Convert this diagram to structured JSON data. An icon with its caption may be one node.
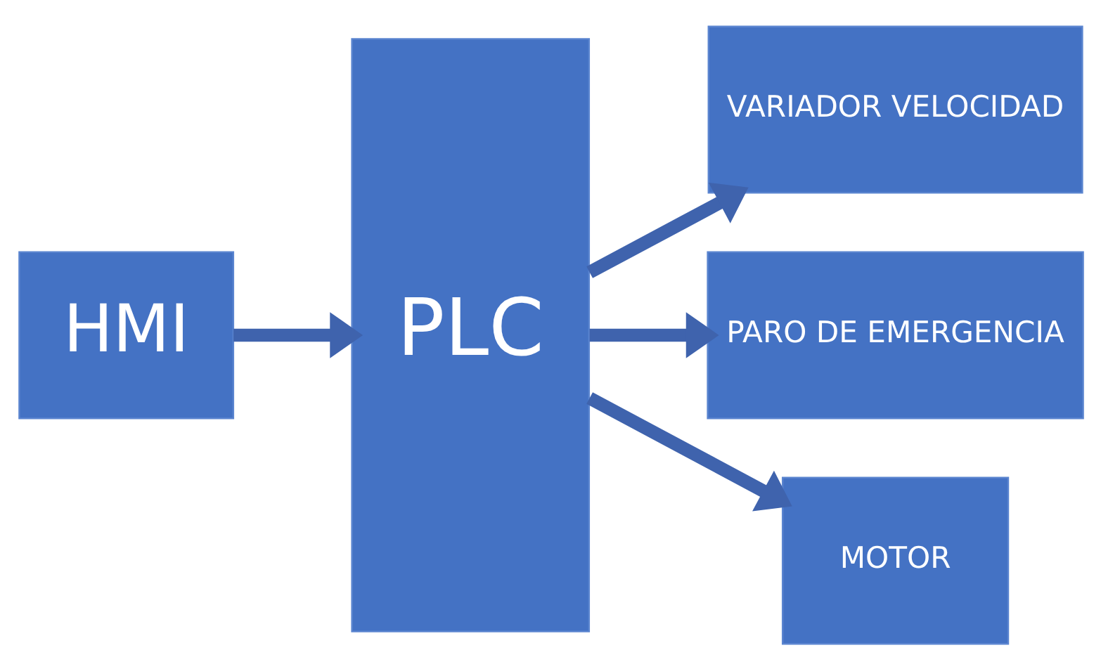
{
  "diagram": {
    "nodes": [
      {
        "text": [
          "HMI"
        ]
      },
      {
        "text": [
          "PLC"
        ]
      },
      {
        "text": [
          "VARIADOR VELOCIDAD"
        ]
      },
      {
        "text": [
          "PARO DE EMERGENCIA"
        ]
      },
      {
        "text": [
          "MOTOR"
        ]
      }
    ],
    "edges": [
      {
        "from": 0,
        "to": 1,
        "arrow": "to"
      },
      {
        "from": 1,
        "to": 2,
        "arrow": "to"
      },
      {
        "from": 1,
        "to": 3,
        "arrow": "to"
      },
      {
        "from": 1,
        "to": 4,
        "arrow": "to"
      }
    ]
  }
}
